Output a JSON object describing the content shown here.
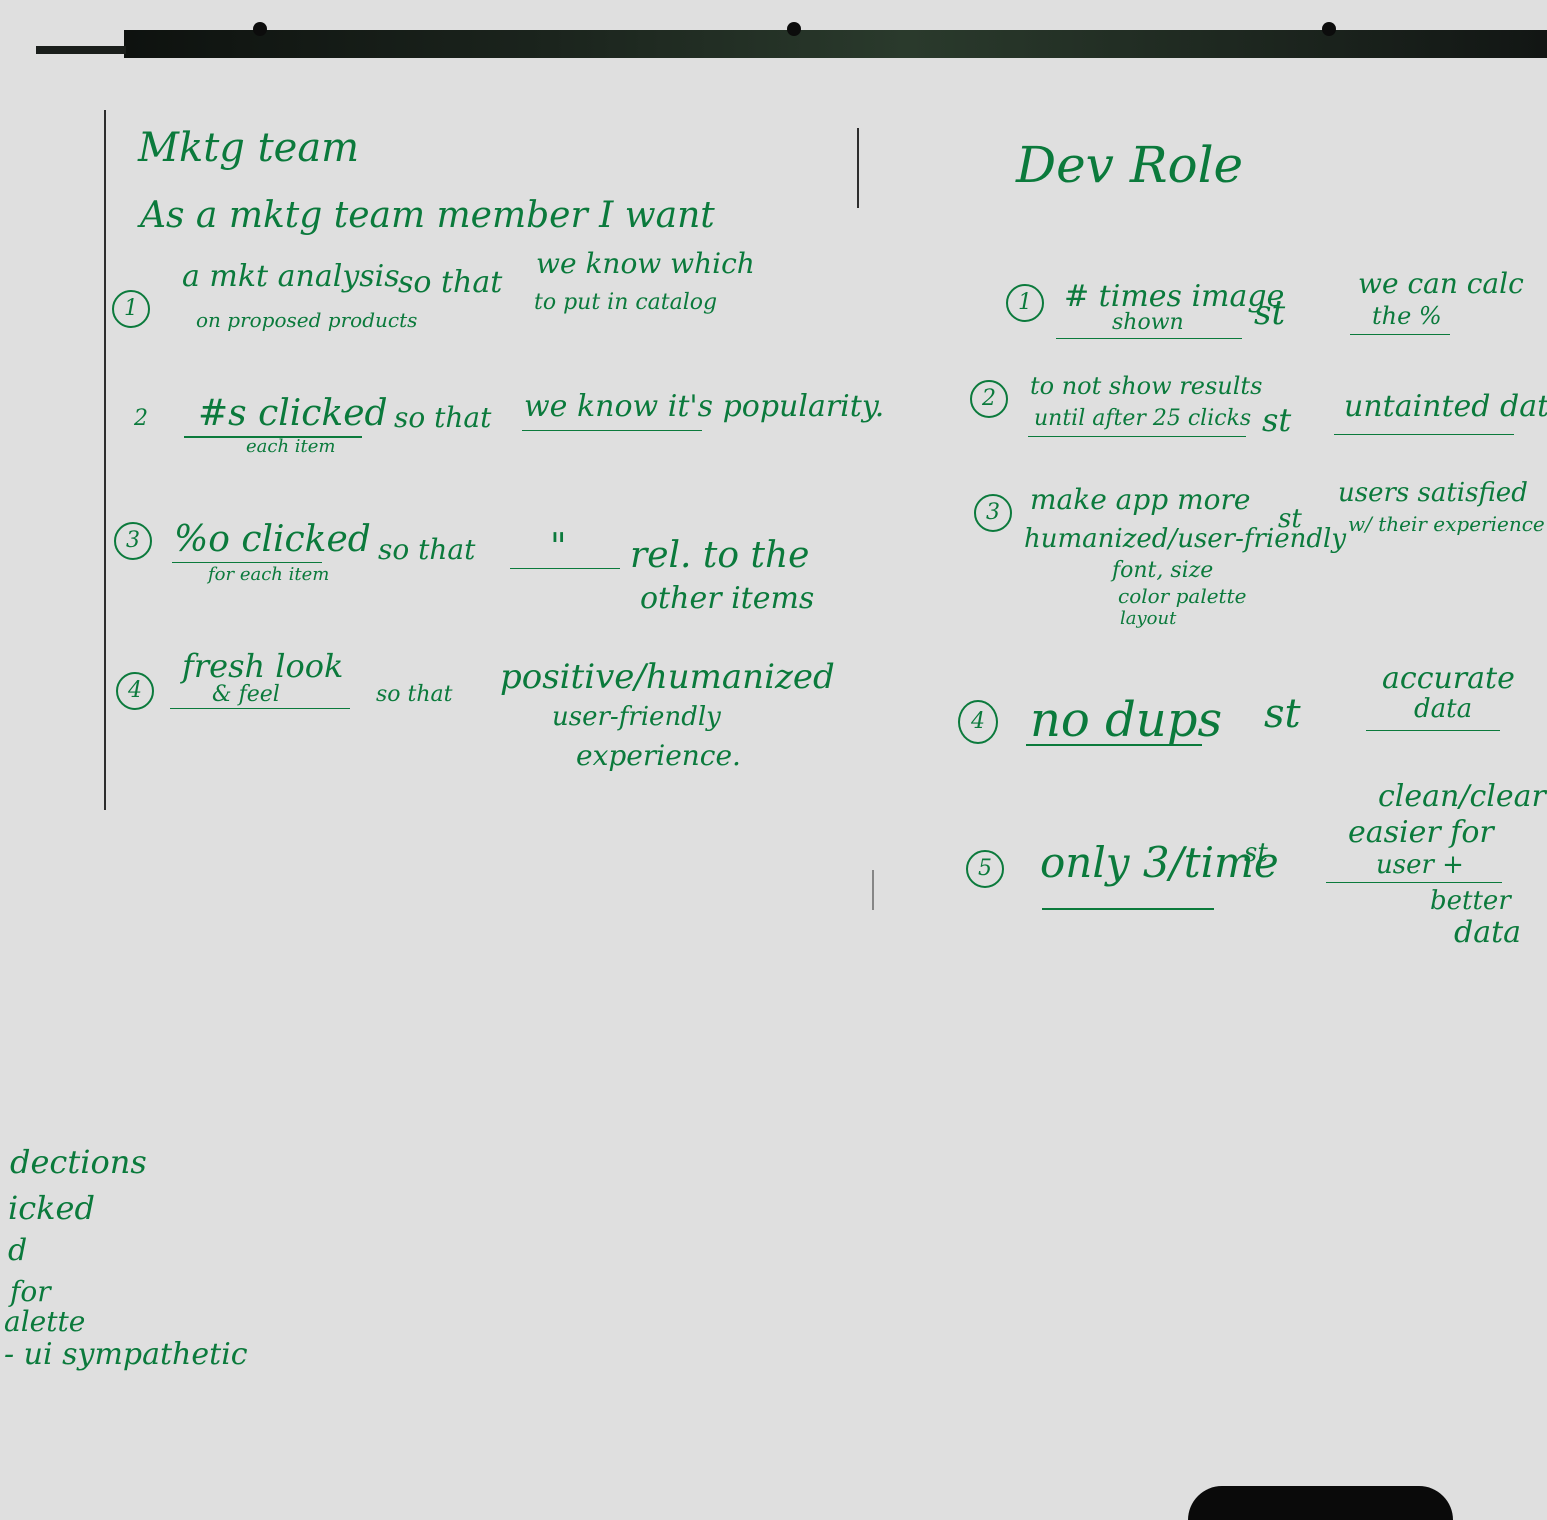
{
  "left_board": {
    "heading": "Mktg team",
    "intro": "As a mktg team member I want",
    "items": [
      {
        "num": "1",
        "want": "a mkt analysis",
        "want_sub": "on proposed products",
        "so": "so that",
        "goal": "we know which",
        "goal_sub": "to put in catalog"
      },
      {
        "num": "2",
        "want": "#s clicked",
        "want_sub": "each item",
        "so": "so that",
        "goal": "we know it's popularity."
      },
      {
        "num": "3",
        "want": "%o clicked",
        "want_sub": "for each item",
        "so": "so that",
        "goal": "\"",
        "goal2": "rel. to the",
        "goal2_sub": "other items"
      },
      {
        "num": "4",
        "want": "fresh look",
        "want_sub": "& feel",
        "so": "so that",
        "goal": "positive/humanized",
        "goal_sub": "user-friendly",
        "goal_sub2": "experience."
      }
    ]
  },
  "right_board": {
    "heading": "Dev Role",
    "items": [
      {
        "num": "1",
        "want": "# times image",
        "want_sub": "shown",
        "st": "st",
        "goal": "we can calc",
        "goal_sub": "the %"
      },
      {
        "num": "2",
        "want": "to not show results",
        "want_sub": "until after 25 clicks",
        "st": "st",
        "goal": "untainted data."
      },
      {
        "num": "3",
        "want": "make app more",
        "want_sub": "humanized/user-friendly",
        "st": "st",
        "goal": "users satisfied",
        "goal_sub": "w/ their experience",
        "detail1": "font, size",
        "detail2": "color palette",
        "detail3": "layout"
      },
      {
        "num": "4",
        "want": "no dups",
        "st": "st",
        "goal": "accurate",
        "goal_sub": "data"
      },
      {
        "num": "5",
        "want": "only 3/time",
        "st": "st",
        "goal": "clean/clear",
        "goal_sub": "easier for",
        "goal_sub2": "user +",
        "goal_sub3": "better",
        "goal_sub4": "data"
      }
    ]
  },
  "margin_fragments": [
    "dections",
    "icked",
    "d",
    "for",
    "alette",
    "- ui sympathetic"
  ],
  "ink_color": "#0b7a3c"
}
